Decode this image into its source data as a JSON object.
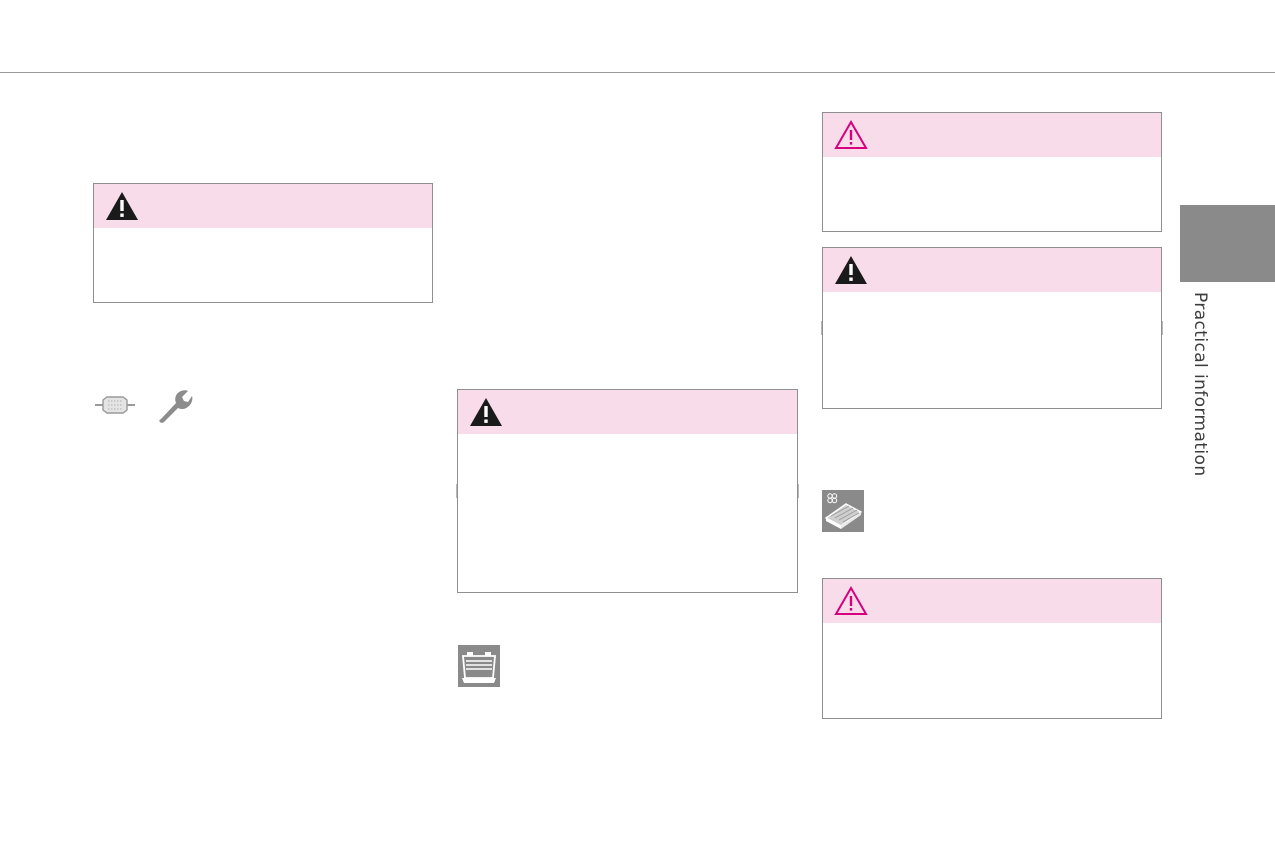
{
  "section": {
    "chapter_label": "Practical information"
  },
  "colors": {
    "warning_header": "#f9dcea",
    "warning_triangle_solid": "#1a1a1a",
    "warning_triangle_outline": "#d6007e",
    "chapter_tab": "#8a8a8a",
    "rule": "#9a9a9a"
  },
  "warning_boxes": [
    {
      "id": "warning-box-1",
      "icon": "warning-triangle-solid-icon"
    },
    {
      "id": "warning-box-2",
      "icon": "warning-triangle-solid-icon"
    },
    {
      "id": "warning-box-3",
      "icon": "warning-triangle-outline-icon"
    },
    {
      "id": "warning-box-4",
      "icon": "warning-triangle-solid-icon"
    },
    {
      "id": "warning-box-5",
      "icon": "warning-triangle-outline-icon"
    }
  ],
  "pictograms": [
    "particle-filter-icon",
    "wrench-icon",
    "battery-icon",
    "cabin-filter-icon"
  ]
}
